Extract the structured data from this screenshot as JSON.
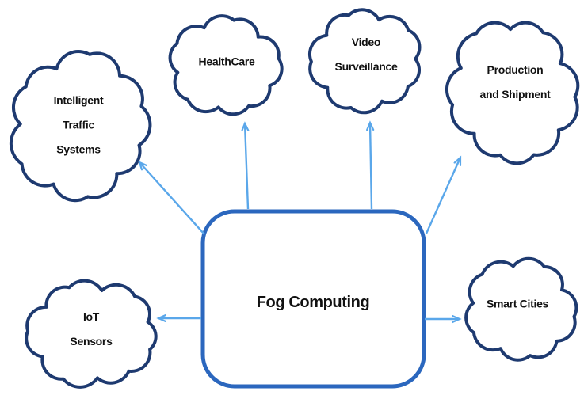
{
  "diagram": {
    "center_node": {
      "label": "Fog Computing"
    },
    "nodes": [
      {
        "id": "intelligent-traffic-systems",
        "lines": [
          "Intelligent",
          "Traffic",
          "Systems"
        ]
      },
      {
        "id": "healthcare",
        "lines": [
          "HealthCare"
        ]
      },
      {
        "id": "video-surveillance",
        "lines": [
          "Video",
          "Surveillance"
        ]
      },
      {
        "id": "production-and-shipment",
        "lines": [
          "Production",
          "and Shipment"
        ]
      },
      {
        "id": "iot-sensors",
        "lines": [
          "IoT",
          "Sensors"
        ]
      },
      {
        "id": "smart-cities",
        "lines": [
          "Smart Cities"
        ]
      }
    ],
    "colors": {
      "cloud_border": "#1e3a70",
      "box_border": "#2b67be",
      "arrow": "#5aa7ea",
      "text": "#111111"
    }
  }
}
